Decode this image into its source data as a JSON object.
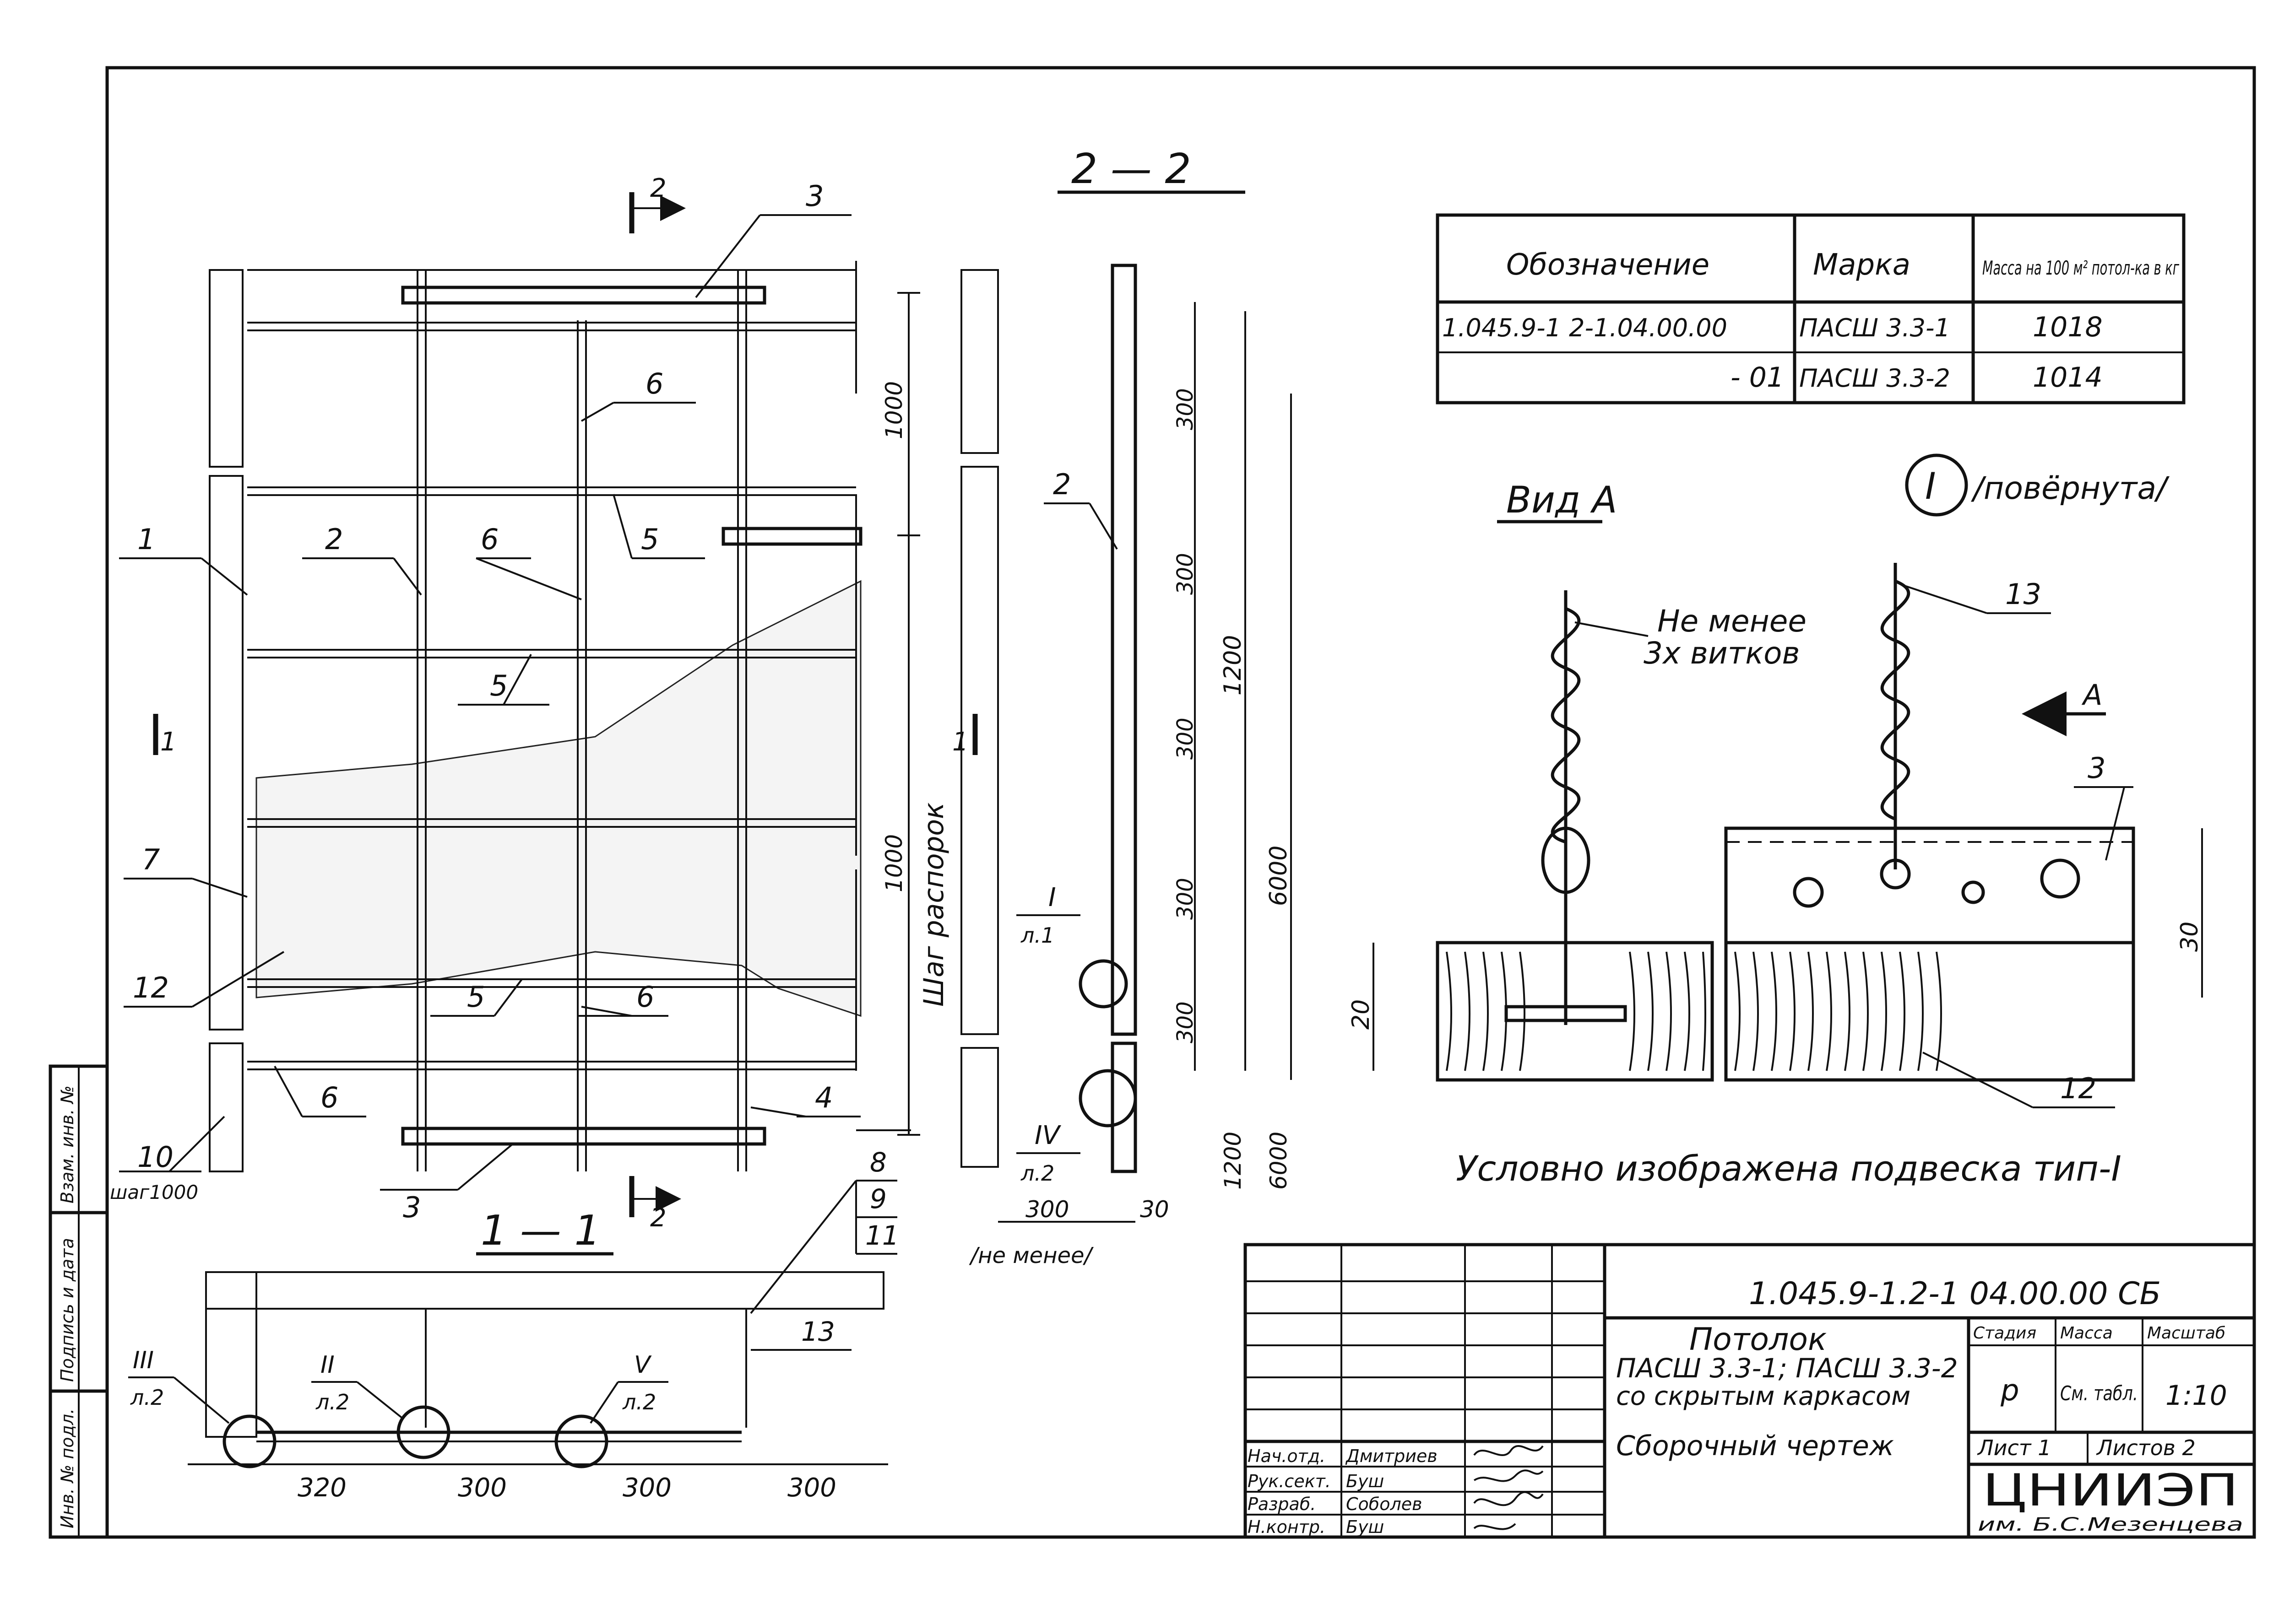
{
  "section_labels": {
    "s22": "2 — 2",
    "s11": "1 — 1",
    "vid_a": "Вид А",
    "node_one_rotated": "/повёрнута/",
    "node_roman": "I",
    "arrow_a": "A",
    "cut2_top": "2",
    "cut2_bottom": "2",
    "cut1_left": "1",
    "cut1_right": "1"
  },
  "plan": {
    "callouts": [
      "1",
      "2",
      "3",
      "3",
      "4",
      "5",
      "5",
      "5",
      "6",
      "6",
      "6",
      "6",
      "7",
      "10",
      "12"
    ],
    "step_note": "шаг1000",
    "span_top": "1000",
    "span_mid": "1000",
    "vertical_caption": "Шаг распорок"
  },
  "section22": {
    "callout_2": "2",
    "node_i": "I",
    "node_i_sheet": "л.1",
    "node_iv": "IV",
    "node_iv_sheet": "л.2",
    "dims_small": [
      "300",
      "300",
      "300",
      "300",
      "300"
    ],
    "dim_1200": "1200",
    "dim_6000": "6000",
    "dim_1200_b": "1200",
    "dim_6000_b": "6000",
    "bottom_300": "300",
    "bottom_30": "30",
    "note": "/не менее/"
  },
  "section11": {
    "node_iii": "III",
    "node_iii_sheet": "л.2",
    "node_ii": "II",
    "node_ii_sheet": "л.2",
    "node_v": "V",
    "node_v_sheet": "л.2",
    "callout_8": "8",
    "callout_9": "9",
    "callout_11": "11",
    "callout_13": "13",
    "dims": [
      "320",
      "300",
      "300",
      "300"
    ]
  },
  "spec_table": {
    "headers": [
      "Обозначение",
      "Марка",
      "Масса на 100 м² потол-ка в кг"
    ],
    "rows": [
      [
        "1.045.9-1 2-1.04.00.00",
        "ПАСШ 3.3-1",
        "1018"
      ],
      [
        "- 01",
        "ПАСШ 3.3-2",
        "1014"
      ]
    ]
  },
  "detail": {
    "note_line1": "Не менее",
    "note_line2": "3х витков",
    "callout_13": "13",
    "callout_3": "3",
    "callout_12": "12",
    "dim_20": "20",
    "dim_30": "30",
    "caption": "Условно изображена подвеска тип-I"
  },
  "side_stamp": [
    "Взам. инв. №",
    "Подпись и дата",
    "Инв. № подл."
  ],
  "title_block": {
    "code": "1.045.9-1.2-1 04.00.00 СБ",
    "title_line1": "Потолок",
    "title_line2": "ПАСШ 3.3-1; ПАСШ 3.3-2",
    "title_line3": "со скрытым каркасом",
    "title_line4": "Сборочный чертеж",
    "stage_label": "Стадия",
    "mass_label": "Масса",
    "scale_label": "Масштаб",
    "stage": "р",
    "mass": "См. табл.",
    "scale": "1:10",
    "sheet": "Лист 1",
    "sheets": "Листов 2",
    "org": "ЦНИИЭП",
    "org_sub": "им. Б.С.Мезенцева",
    "staff": [
      {
        "role": "Нач.отд.",
        "name": "Дмитриев"
      },
      {
        "role": "Рук.сект.",
        "name": "Буш"
      },
      {
        "role": "Разраб.",
        "name": "Соболев"
      },
      {
        "role": "Н.контр.",
        "name": "Буш"
      }
    ]
  }
}
